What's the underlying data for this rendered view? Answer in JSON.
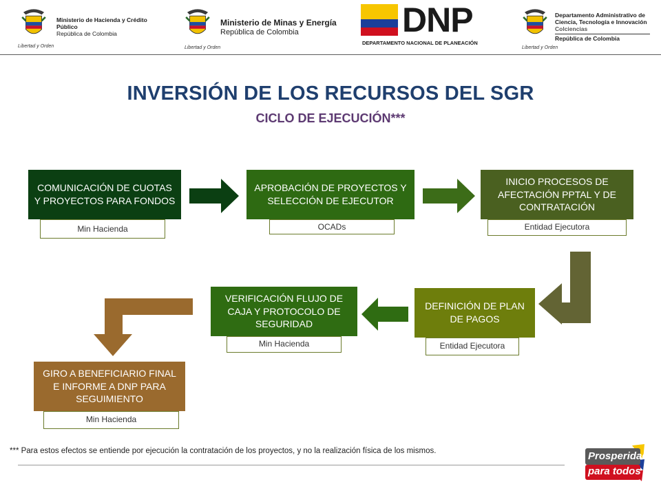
{
  "header": {
    "logo1": {
      "line1": "Ministerio de Hacienda y Crédito Público",
      "line2": "República de Colombia",
      "motto": "Libertad y Orden"
    },
    "logo2": {
      "line1": "Ministerio de Minas y Energía",
      "line2": "República de Colombia",
      "motto": "Libertad y Orden"
    },
    "logo3": {
      "mark": "DNP",
      "caption": "DEPARTAMENTO NACIONAL DE PLANEACIÓN"
    },
    "logo4": {
      "line1": "Departamento Administrativo de",
      "line2": "Ciencia, Tecnología e Innovación",
      "line3": "Colciencias",
      "line4": "República de Colombia",
      "motto": "Libertad y Orden"
    }
  },
  "title": "INVERSIÓN DE LOS RECURSOS DEL SGR",
  "subtitle": "CICLO DE EJECUCIÓN***",
  "steps": [
    {
      "label": "COMUNICACIÓN DE CUOTAS Y PROYECTOS PARA FONDOS",
      "owner": "Min Hacienda"
    },
    {
      "label": "APROBACIÓN DE PROYECTOS Y SELECCIÓN DE EJECUTOR",
      "owner": "OCADs"
    },
    {
      "label": "INICIO PROCESOS DE AFECTACIÓN PPTAL Y DE CONTRATACIÓN",
      "owner": "Entidad Ejecutora"
    },
    {
      "label": "DEFINICIÓN DE PLAN DE PAGOS",
      "owner": "Entidad Ejecutora"
    },
    {
      "label": "VERIFICACIÓN FLUJO DE CAJA Y PROTOCOLO DE SEGURIDAD",
      "owner": "Min Hacienda"
    },
    {
      "label": "GIRO A BENEFICIARIO FINAL E INFORME A DNP PARA SEGUIMIENTO",
      "owner": "Min Hacienda"
    }
  ],
  "footnote": "*** Para estos efectos se entiende por ejecución la contratación de los proyectos, y no la realización física de los mismos.",
  "badge": {
    "line1": "Prosperidad",
    "line2": "para todos"
  },
  "colors": {
    "title": "#1f3f6e",
    "subtitle": "#5d3a72",
    "step1": "#0b3f12",
    "step2": "#2e6a12",
    "step3": "#4a6020",
    "step4": "#6e7e0c",
    "step5": "#2f6c12",
    "step6": "#9a6a2e"
  }
}
